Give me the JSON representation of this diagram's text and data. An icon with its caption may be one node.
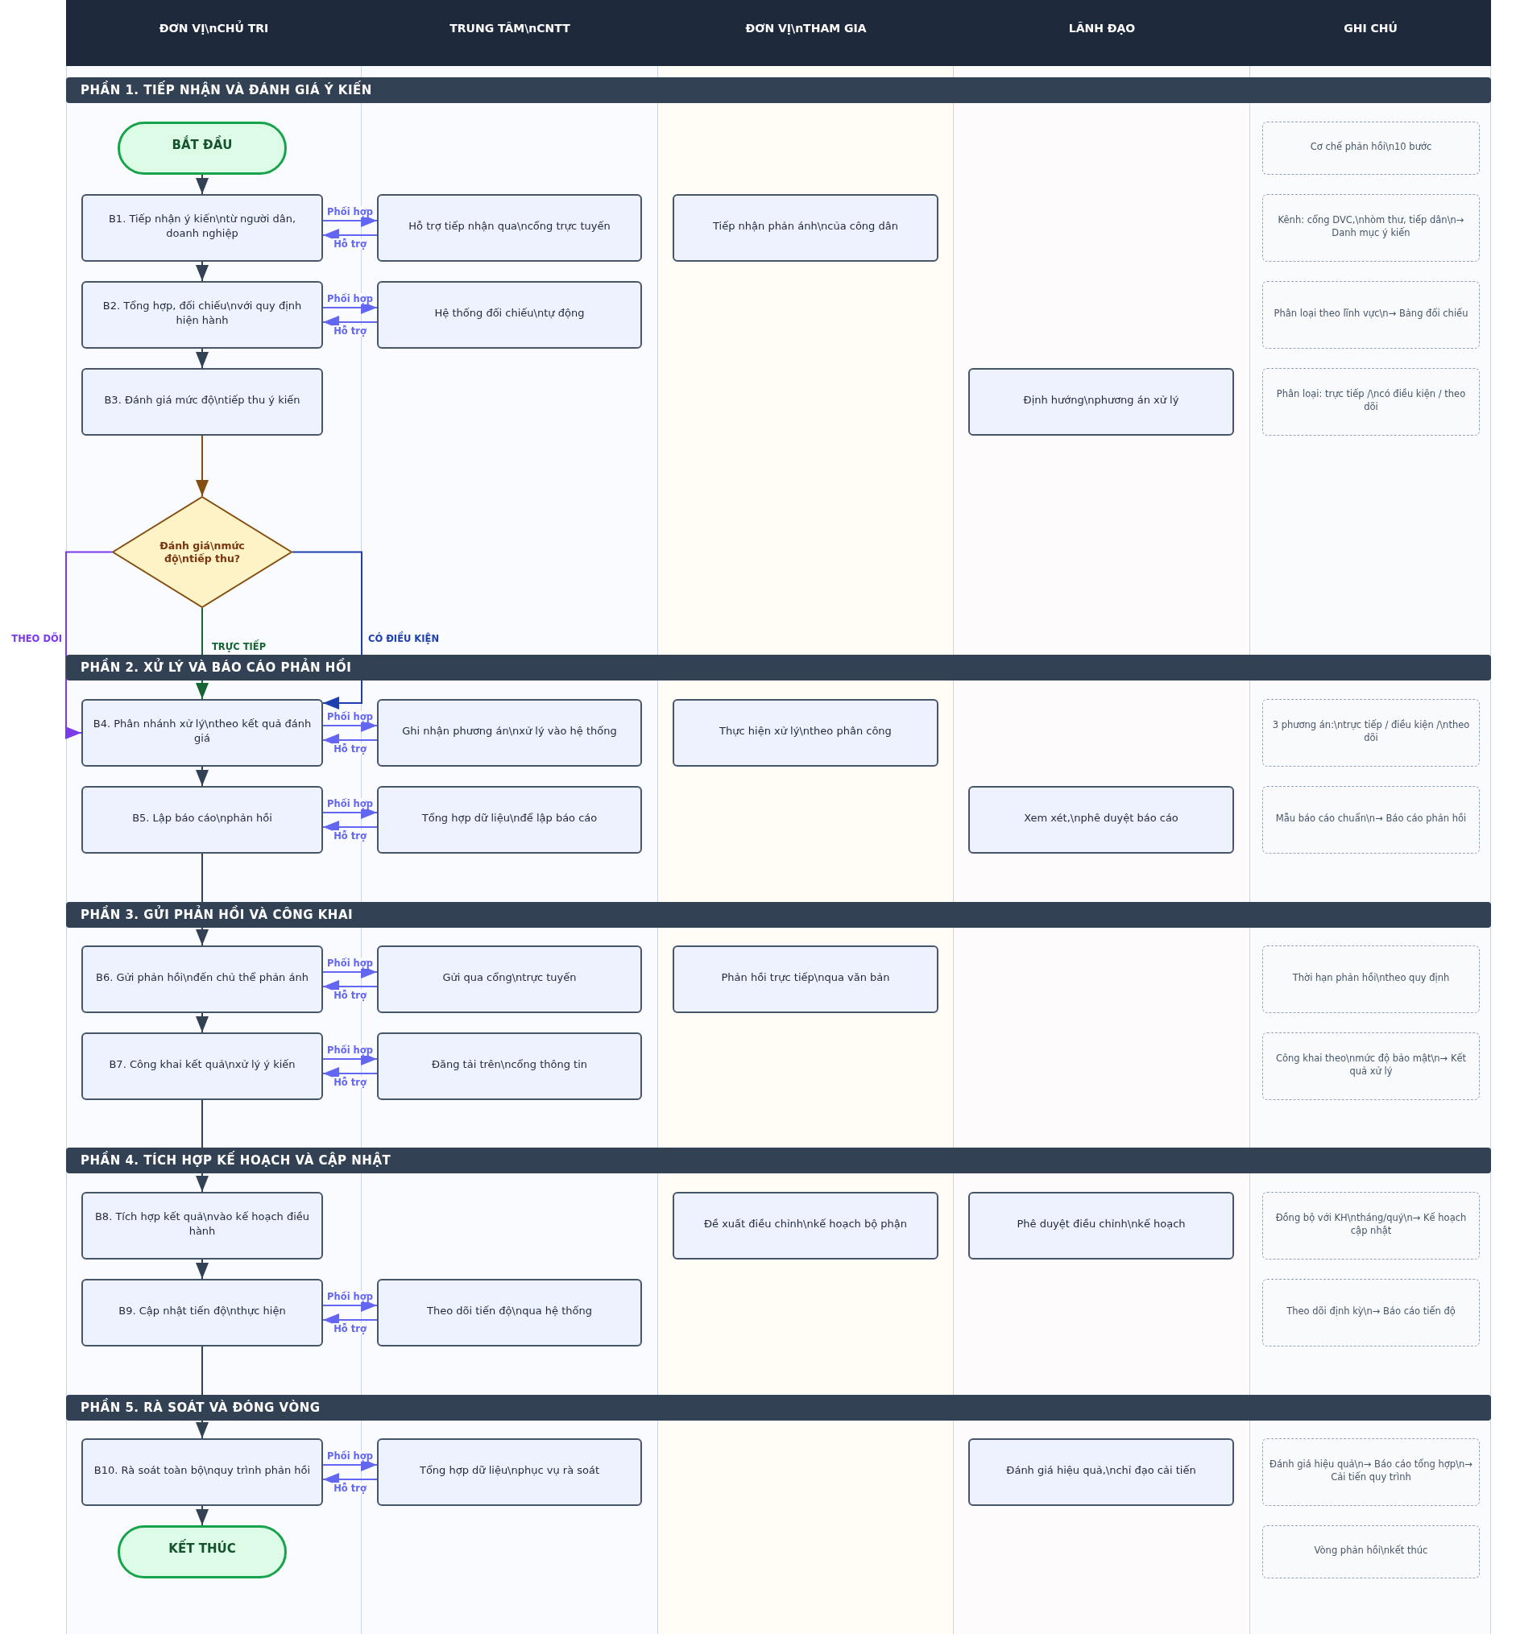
{
  "diagram": {
    "nodes": [
      {
        "text": [
          "ĐƠN VỊ\\nCHỦ TRI"
        ]
      },
      {
        "text": [
          "TRUNG TÂM\\nCNTT"
        ]
      },
      {
        "text": [
          "ĐƠN VỊ\\nTHAM GIA"
        ]
      },
      {
        "text": [
          "LÃNH ĐẠO"
        ]
      },
      {
        "text": [
          "GHI CHÚ"
        ]
      },
      {
        "text": [
          "BẮT ĐẦU"
        ],
        "in": 0
      },
      {
        "text": [
          "Cơ chế phản hồi\\n10 bước"
        ],
        "in": 4
      },
      {
        "text": [
          "B1. Tiếp nhận ý kiến\\ntừ người dân, doanh nghiệp"
        ],
        "in": 0
      },
      {
        "text": [
          "Hỗ trợ tiếp nhận qua\\ncổng trực tuyến"
        ],
        "in": 1
      },
      {
        "text": [
          "Tiếp nhận phản ánh\\ncủa công dân"
        ],
        "in": 2
      },
      {
        "text": [
          "Kênh: cổng DVC,\\nhòm thư, tiếp dân\\n→ Danh mục ý kiến"
        ],
        "in": 4
      },
      {
        "text": [
          "B2. Tổng hợp, đối chiếu\\nvới quy định hiện hành"
        ],
        "in": 0
      },
      {
        "text": [
          "Hệ thống đối chiếu\\ntự động"
        ],
        "in": 1
      },
      {
        "text": [
          "Phân loại theo lĩnh vực\\n→ Bảng đối chiếu"
        ],
        "in": 4
      },
      {
        "text": [
          "B3. Đánh giá mức độ\\ntiếp thu ý kiến"
        ],
        "in": 0
      },
      {
        "text": [
          "Định hướng\\nphương án xử lý"
        ],
        "in": 3
      },
      {
        "text": [
          "Phân loại: trực tiếp /\\ncó điều kiện / theo dõi"
        ],
        "in": 4
      },
      {
        "text": [
          "Đánh giá\\nmức độ\\ntiếp thu?"
        ],
        "in": 0
      },
      {
        "text": [
          "B4. Phân nhánh xử lý\\ntheo kết quả đánh giá"
        ],
        "in": 0
      },
      {
        "text": [
          "Ghi nhận phương án\\nxử lý vào hệ thống"
        ],
        "in": 1
      },
      {
        "text": [
          "Thực hiện xử lý\\ntheo phân công"
        ],
        "in": 2
      },
      {
        "text": [
          "3 phương án:\\ntrực tiếp / điều kiện /\\ntheo dõi"
        ],
        "in": 4
      },
      {
        "text": [
          "B5. Lập báo cáo\\nphản hồi"
        ],
        "in": 0
      },
      {
        "text": [
          "Tổng hợp dữ liệu\\nđể lập báo cáo"
        ],
        "in": 1
      },
      {
        "text": [
          "Xem xét,\\nphê duyệt báo cáo"
        ],
        "in": 3
      },
      {
        "text": [
          "Mẫu báo cáo chuẩn\\n→ Báo cáo phản hồi"
        ],
        "in": 4
      },
      {
        "text": [
          "B6. Gửi phản hồi\\nđến chủ thể phản ánh"
        ],
        "in": 0
      },
      {
        "text": [
          "Gửi qua cổng\\ntrực tuyến"
        ],
        "in": 1
      },
      {
        "text": [
          "Phản hồi trực tiếp\\nqua văn bản"
        ],
        "in": 2
      },
      {
        "text": [
          "Thời hạn phản hồi\\ntheo quy định"
        ],
        "in": 4
      },
      {
        "text": [
          "B7. Công khai kết quả\\nxử lý ý kiến"
        ],
        "in": 0
      },
      {
        "text": [
          "Đăng tải trên\\ncổng thông tin"
        ],
        "in": 1
      },
      {
        "text": [
          "Công khai theo\\nmức độ bảo mật\\n→ Kết quả xử lý"
        ],
        "in": 4
      },
      {
        "text": [
          "B8. Tích hợp kết quả\\nvào kế hoạch điều hành"
        ],
        "in": 0
      },
      {
        "text": [
          "Đề xuất điều chỉnh\\nkế hoạch bộ phận"
        ],
        "in": 2
      },
      {
        "text": [
          "Phê duyệt điều chỉnh\\nkế hoạch"
        ],
        "in": 3
      },
      {
        "text": [
          "Đồng bộ với KH\\ntháng/quý\\n→ Kế hoạch cập nhật"
        ],
        "in": 4
      },
      {
        "text": [
          "B9. Cập nhật tiến độ\\nthực hiện"
        ],
        "in": 0
      },
      {
        "text": [
          "Theo dõi tiến độ\\nqua hệ thống"
        ],
        "in": 1
      },
      {
        "text": [
          "Theo dõi định kỳ\\n→ Báo cáo tiến độ"
        ],
        "in": 4
      },
      {
        "text": [
          "B10. Rà soát toàn bộ\\nquy trình phản hồi"
        ],
        "in": 0
      },
      {
        "text": [
          "Tổng hợp dữ liệu\\nphục vụ rà soát"
        ],
        "in": 1
      },
      {
        "text": [
          "Đánh giá hiệu quả,\\nchỉ đạo cải tiến"
        ],
        "in": 3
      },
      {
        "text": [
          "Đánh giá hiệu quả\\n→ Báo cáo tổng hợp\\n→ Cải tiến quy trình"
        ],
        "in": 4
      },
      {
        "text": [
          "KẾT THÚC"
        ],
        "in": 0
      },
      {
        "text": [
          "Vòng phản hồi\\nkết thúc"
        ],
        "in": 4
      }
    ],
    "edges": [
      {
        "from": 5,
        "to": 7,
        "arrow": "to",
        "color": "#334155"
      },
      {
        "from": 7,
        "to": 11,
        "arrow": "to",
        "color": "#334155"
      },
      {
        "from": 11,
        "to": 14,
        "arrow": "to",
        "color": "#334155"
      },
      {
        "from": 14,
        "to": 17,
        "arrow": "to",
        "color": "#854d0e"
      },
      {
        "from": 17,
        "to": 18,
        "arrow": "to",
        "label": "TRỰC TIẾP",
        "color": "#166534"
      },
      {
        "from": 17,
        "to": 18,
        "arrow": "to",
        "label": "THEO DÕI",
        "color": "#7c3aed"
      },
      {
        "from": 17,
        "to": 18,
        "arrow": "to",
        "label": "CÓ ĐIỀU KIỆN",
        "color": "#1e40af"
      },
      {
        "from": 18,
        "to": 22,
        "arrow": "to",
        "color": "#334155"
      },
      {
        "from": 22,
        "to": 26,
        "arrow": "to",
        "color": "#334155"
      },
      {
        "from": 26,
        "to": 30,
        "arrow": "to",
        "color": "#334155"
      },
      {
        "from": 30,
        "to": 33,
        "arrow": "to",
        "color": "#334155"
      },
      {
        "from": 33,
        "to": 37,
        "arrow": "to",
        "color": "#334155"
      },
      {
        "from": 37,
        "to": 40,
        "arrow": "to",
        "color": "#334155"
      },
      {
        "from": 40,
        "to": 44,
        "arrow": "to",
        "color": "#334155"
      },
      {
        "from": 7,
        "to": 8,
        "arrow": "to",
        "label": "Phối hợp"
      },
      {
        "from": 8,
        "to": 7,
        "arrow": "to",
        "label": "Hỗ trợ"
      },
      {
        "from": 11,
        "to": 12,
        "arrow": "to",
        "label": "Phối hợp"
      },
      {
        "from": 12,
        "to": 11,
        "arrow": "to",
        "label": "Hỗ trợ"
      },
      {
        "from": 18,
        "to": 19,
        "arrow": "to",
        "label": "Phối hợp"
      },
      {
        "from": 19,
        "to": 18,
        "arrow": "to",
        "label": "Hỗ trợ"
      },
      {
        "from": 22,
        "to": 23,
        "arrow": "to",
        "label": "Phối hợp"
      },
      {
        "from": 23,
        "to": 22,
        "arrow": "to",
        "label": "Hỗ trợ"
      },
      {
        "from": 26,
        "to": 27,
        "arrow": "to",
        "label": "Phối hợp"
      },
      {
        "from": 27,
        "to": 26,
        "arrow": "to",
        "label": "Hỗ trợ"
      },
      {
        "from": 30,
        "to": 31,
        "arrow": "to",
        "label": "Phối hợp"
      },
      {
        "from": 31,
        "to": 30,
        "arrow": "to",
        "label": "Hỗ trợ"
      },
      {
        "from": 37,
        "to": 38,
        "arrow": "to",
        "label": "Phối hợp"
      },
      {
        "from": 38,
        "to": 37,
        "arrow": "to",
        "label": "Hỗ trợ"
      },
      {
        "from": 40,
        "to": 41,
        "arrow": "to",
        "label": "Phối hợp"
      },
      {
        "from": 41,
        "to": 40,
        "arrow": "to",
        "label": "Hỗ trợ"
      }
    ],
    "labels": [
      "PHẦN 1. TIẾP NHẬN VÀ ĐÁNH GIÁ Ý KIẾN",
      "PHẦN 2. XỬ LÝ VÀ BÁO CÁO PHẢN HỒI",
      "PHẦN 3. GỬI PHẢN HỒI VÀ CÔNG KHAI",
      "PHẦN 4. TÍCH HỢP KẾ HOẠCH VÀ CẬP NHẬT",
      "PHẦN 5. RÀ SOÁT VÀ ĐÓNG VÒNG"
    ]
  }
}
